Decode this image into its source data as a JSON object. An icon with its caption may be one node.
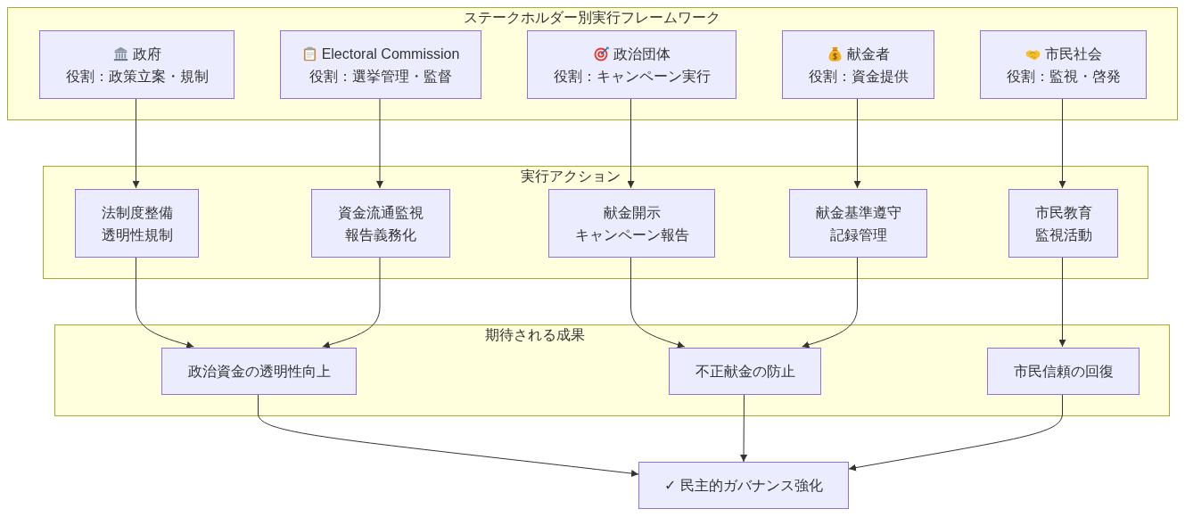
{
  "diagram": {
    "nodes": [
      {
        "text": [
          "ステークホルダー別実行フレームワーク"
        ]
      },
      {
        "text": [
          "政府",
          "役割：政策立案・規制"
        ],
        "in": 0
      },
      {
        "text": [
          "Electoral Commission",
          "役割：選挙管理・監督"
        ],
        "in": 0
      },
      {
        "text": [
          "政治団体",
          "役割：キャンペーン実行"
        ],
        "in": 0
      },
      {
        "text": [
          "献金者",
          "役割：資金提供"
        ],
        "in": 0
      },
      {
        "text": [
          "市民社会",
          "役割：監視・啓発"
        ],
        "in": 0
      },
      {
        "text": [
          "実行アクション"
        ]
      },
      {
        "text": [
          "法制度整備",
          "透明性規制"
        ],
        "in": 6
      },
      {
        "text": [
          "資金流通監視",
          "報告義務化"
        ],
        "in": 6
      },
      {
        "text": [
          "献金開示",
          "キャンペーン報告"
        ],
        "in": 6
      },
      {
        "text": [
          "献金基準遵守",
          "記録管理"
        ],
        "in": 6
      },
      {
        "text": [
          "市民教育",
          "監視活動"
        ],
        "in": 6
      },
      {
        "text": [
          "期待される成果"
        ]
      },
      {
        "text": [
          "政治資金の透明性向上"
        ],
        "in": 12
      },
      {
        "text": [
          "不正献金の防止"
        ],
        "in": 12
      },
      {
        "text": [
          "市民信頼の回復"
        ],
        "in": 12
      },
      {
        "text": [
          "✓ 民主的ガバナンス強化"
        ]
      }
    ],
    "edges": [
      {
        "from": 1,
        "to": 7,
        "arrow": "to"
      },
      {
        "from": 2,
        "to": 8,
        "arrow": "to"
      },
      {
        "from": 3,
        "to": 9,
        "arrow": "to"
      },
      {
        "from": 4,
        "to": 10,
        "arrow": "to"
      },
      {
        "from": 5,
        "to": 11,
        "arrow": "to"
      },
      {
        "from": 7,
        "to": 13,
        "arrow": "to"
      },
      {
        "from": 8,
        "to": 13,
        "arrow": "to"
      },
      {
        "from": 9,
        "to": 14,
        "arrow": "to"
      },
      {
        "from": 10,
        "to": 14,
        "arrow": "to"
      },
      {
        "from": 11,
        "to": 15,
        "arrow": "to"
      },
      {
        "from": 13,
        "to": 16,
        "arrow": "to"
      },
      {
        "from": 14,
        "to": 16,
        "arrow": "to"
      },
      {
        "from": 15,
        "to": 16,
        "arrow": "to"
      }
    ]
  }
}
